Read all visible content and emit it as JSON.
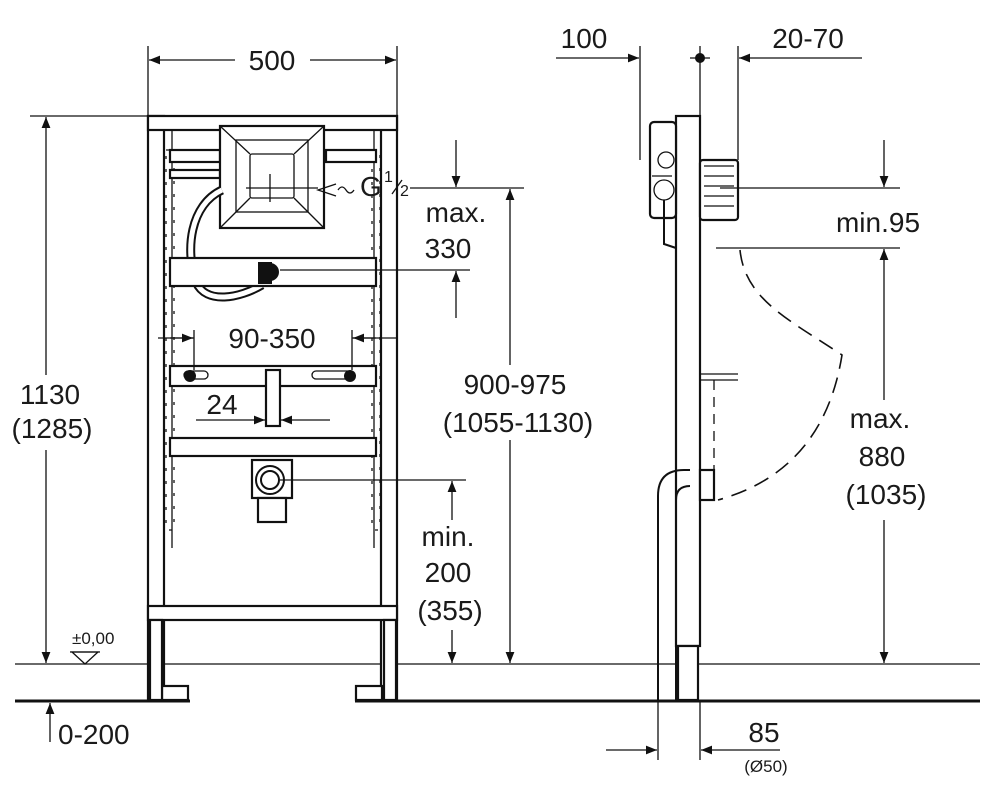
{
  "front": {
    "width": "500",
    "height_line1": "1130",
    "height_line2": "(1285)",
    "max_label_line1": "max.",
    "max_label_line2": "330",
    "spacing": "90-350",
    "pipe_offset": "24",
    "connection_line1": "900-975",
    "connection_line2": "(1055-1130)",
    "min_line1": "min.",
    "min_line2": "200",
    "min_line3": "(355)",
    "floor_level": "±0,00",
    "leg_adjust": "0-200",
    "thread_main": "G",
    "thread_num": "1",
    "thread_den": "2"
  },
  "side": {
    "dim_left": "100",
    "dim_right": "20-70",
    "min_depth": "min.95",
    "max_line1": "max.",
    "max_line2": "880",
    "max_line3": "(1035)",
    "pipe": "85",
    "pipe_diameter": "(Ø50)"
  }
}
